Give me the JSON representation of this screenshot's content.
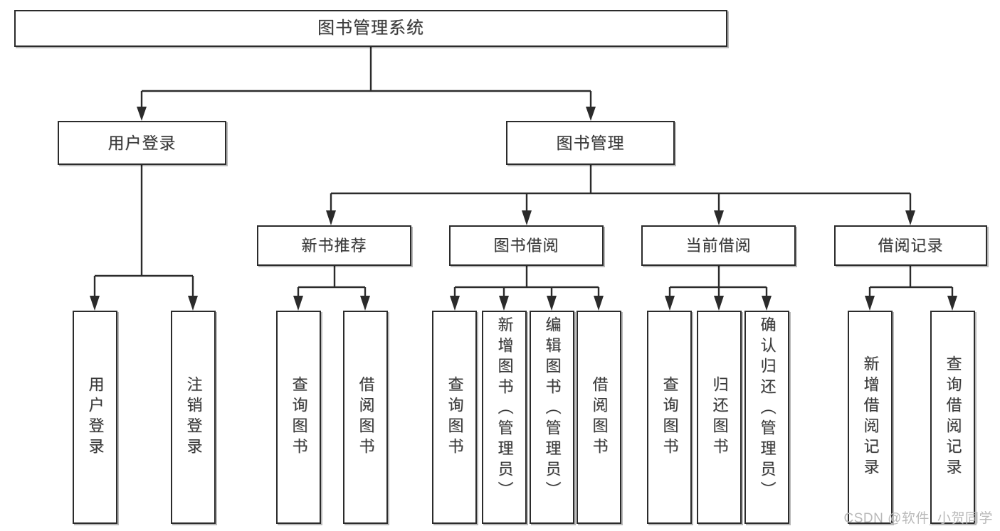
{
  "diagram": {
    "title": "图书管理系统",
    "type": "功能结构图",
    "colors": {
      "box_border": "#2b2b2b",
      "box_fill": "#ffffff",
      "text": "#3a3a3a",
      "connector": "#2b2b2b",
      "watermark": "#b9b9b9",
      "page_background": "#ffffff"
    },
    "root": {
      "label": "图书管理系统"
    },
    "level2": [
      {
        "label": "用户登录"
      },
      {
        "label": "图书管理"
      }
    ],
    "level3": [
      {
        "label": "新书推荐"
      },
      {
        "label": "图书借阅"
      },
      {
        "label": "当前借阅"
      },
      {
        "label": "借阅记录"
      }
    ],
    "leaves": {
      "user_login": [
        {
          "label": "用户登录"
        },
        {
          "label": "注销登录"
        }
      ],
      "new_book_recommend": [
        {
          "label": "查询图书"
        },
        {
          "label": "借阅图书"
        }
      ],
      "book_borrow": [
        {
          "label": "查询图书"
        },
        {
          "label": "新增图书（管理员）"
        },
        {
          "label": "编辑图书（管理员）"
        },
        {
          "label": "借阅图书"
        }
      ],
      "current_borrow": [
        {
          "label": "查询图书"
        },
        {
          "label": "归还图书"
        },
        {
          "label": "确认归还（管理员）"
        }
      ],
      "borrow_record": [
        {
          "label": "新增借阅记录"
        },
        {
          "label": "查询借阅记录"
        }
      ]
    }
  },
  "watermark": {
    "text": "CSDN @软件_小贺同学"
  }
}
